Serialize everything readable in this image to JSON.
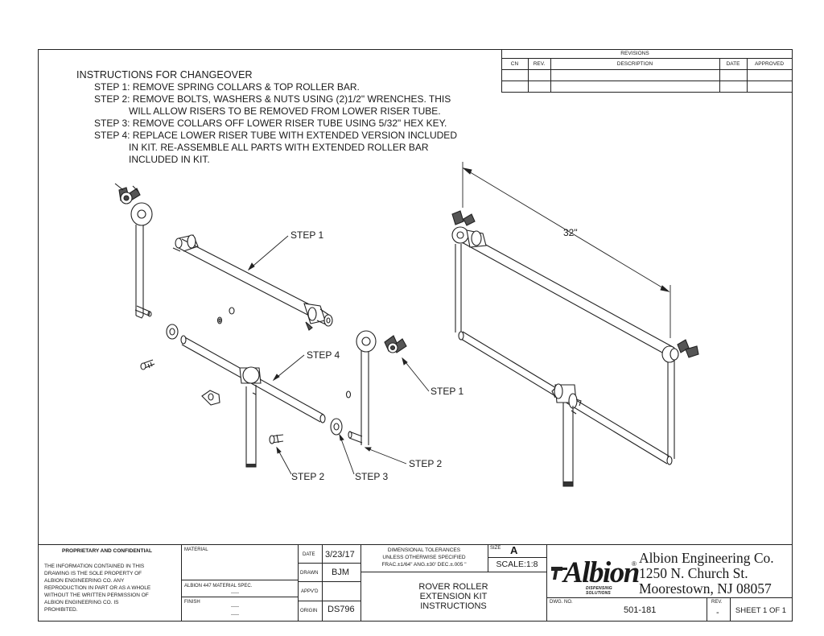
{
  "instructions": {
    "title": "INSTRUCTIONS FOR CHANGEOVER",
    "step1": "STEP 1: REMOVE SPRING COLLARS & TOP ROLLER BAR.",
    "step2": "STEP 2: REMOVE BOLTS, WASHERS & NUTS USING (2)1/2\" WRENCHES. THIS",
    "step2_cont": "WILL ALLOW RISERS TO BE REMOVED FROM LOWER RISER TUBE.",
    "step3": "STEP 3: REMOVE COLLARS OFF LOWER RISER TUBE USING 5/32\" HEX KEY.",
    "step4": "STEP 4: REPLACE LOWER RISER TUBE WITH EXTENDED VERSION INCLUDED",
    "step4_cont1": "IN KIT. RE-ASSEMBLE ALL PARTS WITH EXTENDED ROLLER BAR",
    "step4_cont2": "INCLUDED IN KIT."
  },
  "revisions": {
    "title": "REVISIONS",
    "col_cn": "CN",
    "col_rev": "REV.",
    "col_description": "DESCRIPTION",
    "col_date": "DATE",
    "col_approved": "APPROVED"
  },
  "callouts": {
    "step1_top": "STEP 1",
    "step4": "STEP 4",
    "step1_right": "STEP 1",
    "step2_right": "STEP 2",
    "step2_left": "STEP 2",
    "step3": "STEP 3",
    "dimension": "32\""
  },
  "title_block": {
    "proprietary_title": "PROPRIETARY AND CONFIDENTIAL",
    "proprietary_lines": [
      "THE INFORMATION CONTAINED IN THIS",
      "DRAWING IS THE SOLE PROPERTY OF",
      "ALBION ENGINEERING CO.  ANY",
      "REPRODUCTION IN PART OR AS A WHOLE",
      "WITHOUT THE WRITTEN PERMISSION OF",
      "ALBION ENGINEERING CO. IS",
      "PROHIBITED."
    ],
    "material_label": "MATERIAL",
    "material_spec": "ALBION 447 MATERIAL SPEC.",
    "material_spec_value": "-----",
    "finish_label": "FINISH",
    "finish_value1": "-----",
    "finish_value2": "-----",
    "date_label": "DATE",
    "date_value": "3/23/17",
    "drawn_label": "DRAWN",
    "drawn_value": "BJM",
    "appvd_label": "APPV'D",
    "appvd_value": "",
    "origin_label": "ORIGIN",
    "origin_value": "DS796",
    "tolerances_line1": "DIMENSIONAL TOLERANCES",
    "tolerances_line2": "UNLESS OTHERWISE SPECIFIED",
    "tolerances_line3": "FRAC.±1/64\"  ANG.±30'  DEC.±.005 \"",
    "size_label": "SIZE",
    "size_value": "A",
    "scale": "SCALE:1:8",
    "drawing_title1": "ROVER ROLLER",
    "drawing_title2": "EXTENSION KIT",
    "drawing_title3": "INSTRUCTIONS",
    "logo_text": "Albion",
    "logo_registered": "®",
    "logo_tagline": "DISPENSING SOLUTIONS",
    "company_line1": "Albion Engineering Co.",
    "company_line2": "1250 N. Church St.",
    "company_line3": "Moorestown, NJ 08057",
    "dwg_no_label": "DWG. NO.",
    "dwg_no_value": "501-181",
    "rev_label": "REV.",
    "rev_value": "-",
    "sheet": "SHEET 1 OF 1"
  }
}
